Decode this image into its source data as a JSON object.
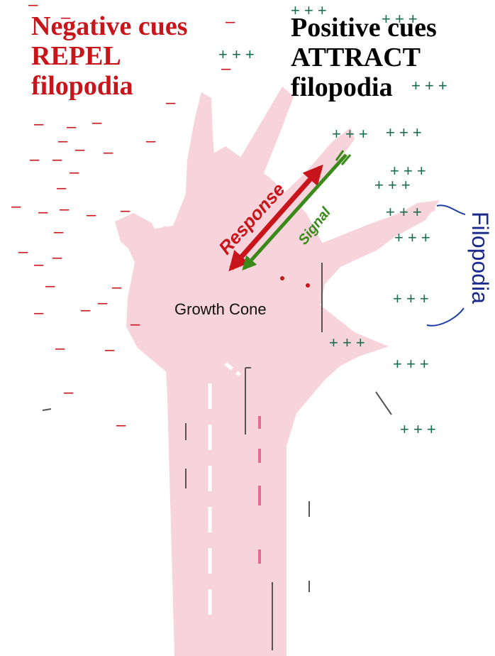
{
  "headings": {
    "negative": [
      "Negative cues",
      "REPEL",
      "filopodia"
    ],
    "positive": [
      "Positive cues",
      "ATTRACT",
      "filopodia"
    ]
  },
  "labels": {
    "response": "Response",
    "signal": "Signal",
    "growth_cone": "Growth Cone",
    "filopodia": "Filopodia"
  },
  "cue_symbols": {
    "negative": "–",
    "positive": "+ + +"
  },
  "colors": {
    "negative": "#c8151b",
    "positive": "#1b6b52",
    "cell": "#f7d3db",
    "response_arrow": "#c8151b",
    "signal_arrow": "#3a8a1a",
    "filopodia_label": "#1a2a8c"
  }
}
